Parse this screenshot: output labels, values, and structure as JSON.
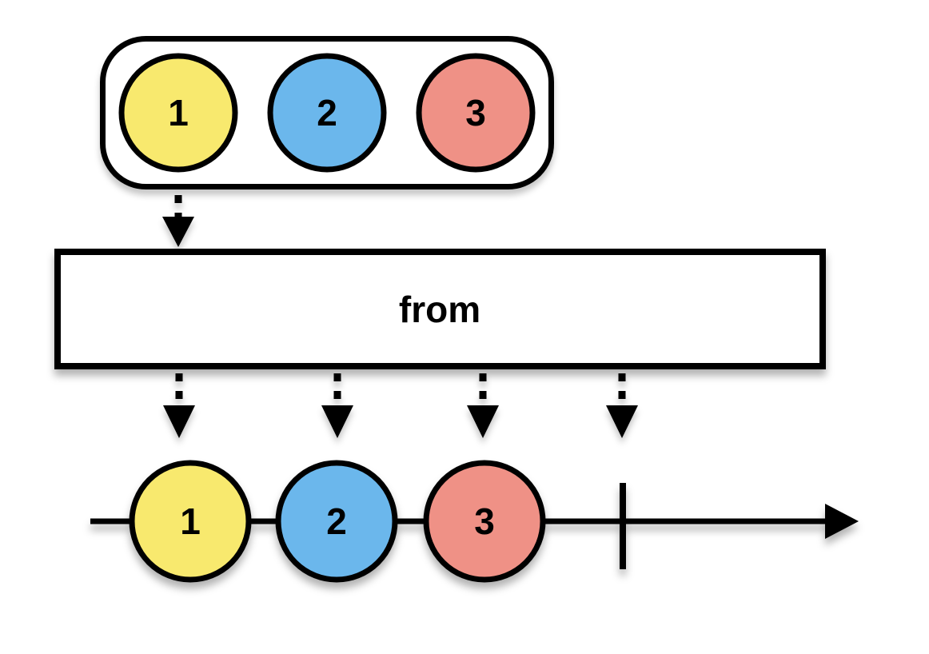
{
  "diagram": {
    "operator": {
      "label": "from"
    },
    "input_collection": {
      "marbles": [
        {
          "label": "1",
          "fill": "#F8E96E"
        },
        {
          "label": "2",
          "fill": "#6BB7EC"
        },
        {
          "label": "3",
          "fill": "#EF9186"
        }
      ]
    },
    "output_timeline": {
      "marbles": [
        {
          "label": "1",
          "fill": "#F8E96E"
        },
        {
          "label": "2",
          "fill": "#6BB7EC"
        },
        {
          "label": "3",
          "fill": "#EF9186"
        }
      ],
      "completed": true
    },
    "colors": {
      "stroke": "#000000",
      "background": "#FFFFFF"
    }
  }
}
